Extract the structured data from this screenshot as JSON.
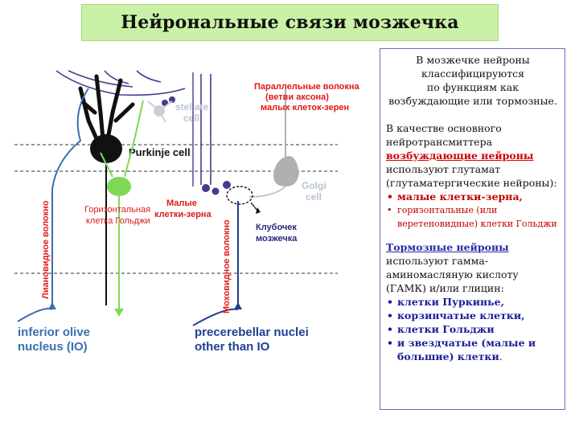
{
  "title": "Нейрональные связи мозжечка",
  "diagram": {
    "labels": {
      "parallel_fibers_1": "Параллельные волокна",
      "parallel_fibers_2": "(ветви аксона)",
      "parallel_fibers_3": "малых клеток-зерен",
      "stellate_1": "stellate",
      "stellate_2": "cell",
      "purkinje": "Purkinje cell",
      "golgi_1": "Golgi",
      "golgi_2": "cell",
      "horizontal_golgi_1": "Горизонтальная",
      "horizontal_golgi_2": "клетка Гольджи",
      "granule_1": "Малые",
      "granule_2": "клетки-зерна",
      "glomerulus_1": "Клубочек",
      "glomerulus_2": "мозжечка",
      "climbing_fiber": "Лиановидное волокно",
      "mossy_fiber": "Моховидное волокно",
      "inferior_olive_1": "inferior olive",
      "inferior_olive_2": "nucleus (IO)",
      "precerebellar_1": "precerebellar nuclei",
      "precerebellar_2": "other than IO"
    },
    "colors": {
      "purkinje": "#111111",
      "granule": "#4a3a8c",
      "golgi": "#b0b0b0",
      "horizontal_golgi": "#7ed957",
      "climbing_fiber": "#3a6fb0",
      "mossy_fiber": "#1f3f8f",
      "label_red": "#e01818",
      "label_dark": "#2a2a7a",
      "light_text": "#b8c4d4"
    }
  },
  "info": {
    "intro_1": "В мозжечке нейроны",
    "intro_2": "классифицируются",
    "intro_3": "по функциям как",
    "intro_4": "возбуждающие или тормозные.",
    "main_1": "В качестве основного",
    "main_2": "нейротрансмиттера",
    "excitatory_heading": "возбуждающие нейроны",
    "exc_1": "используют глутамат",
    "exc_2": "(глутаматергические нейроны):",
    "exc_items": [
      "малые клетки-зерна,",
      "горизонтальные (или веретеновидные) клетки Гольджи"
    ],
    "inhibitory_heading": "Тормозные нейроны",
    "inh_1": "используют гамма-",
    "inh_2": "аминомасляную кислоту",
    "inh_3": "(ГАМК) и/или глицин:",
    "inh_items": [
      "клетки Пуркинье,",
      "корзинчатые клетки,",
      "клетки Гольджи",
      "и звездчатые (малые и большие) клетки"
    ],
    "inh_tail": "."
  }
}
